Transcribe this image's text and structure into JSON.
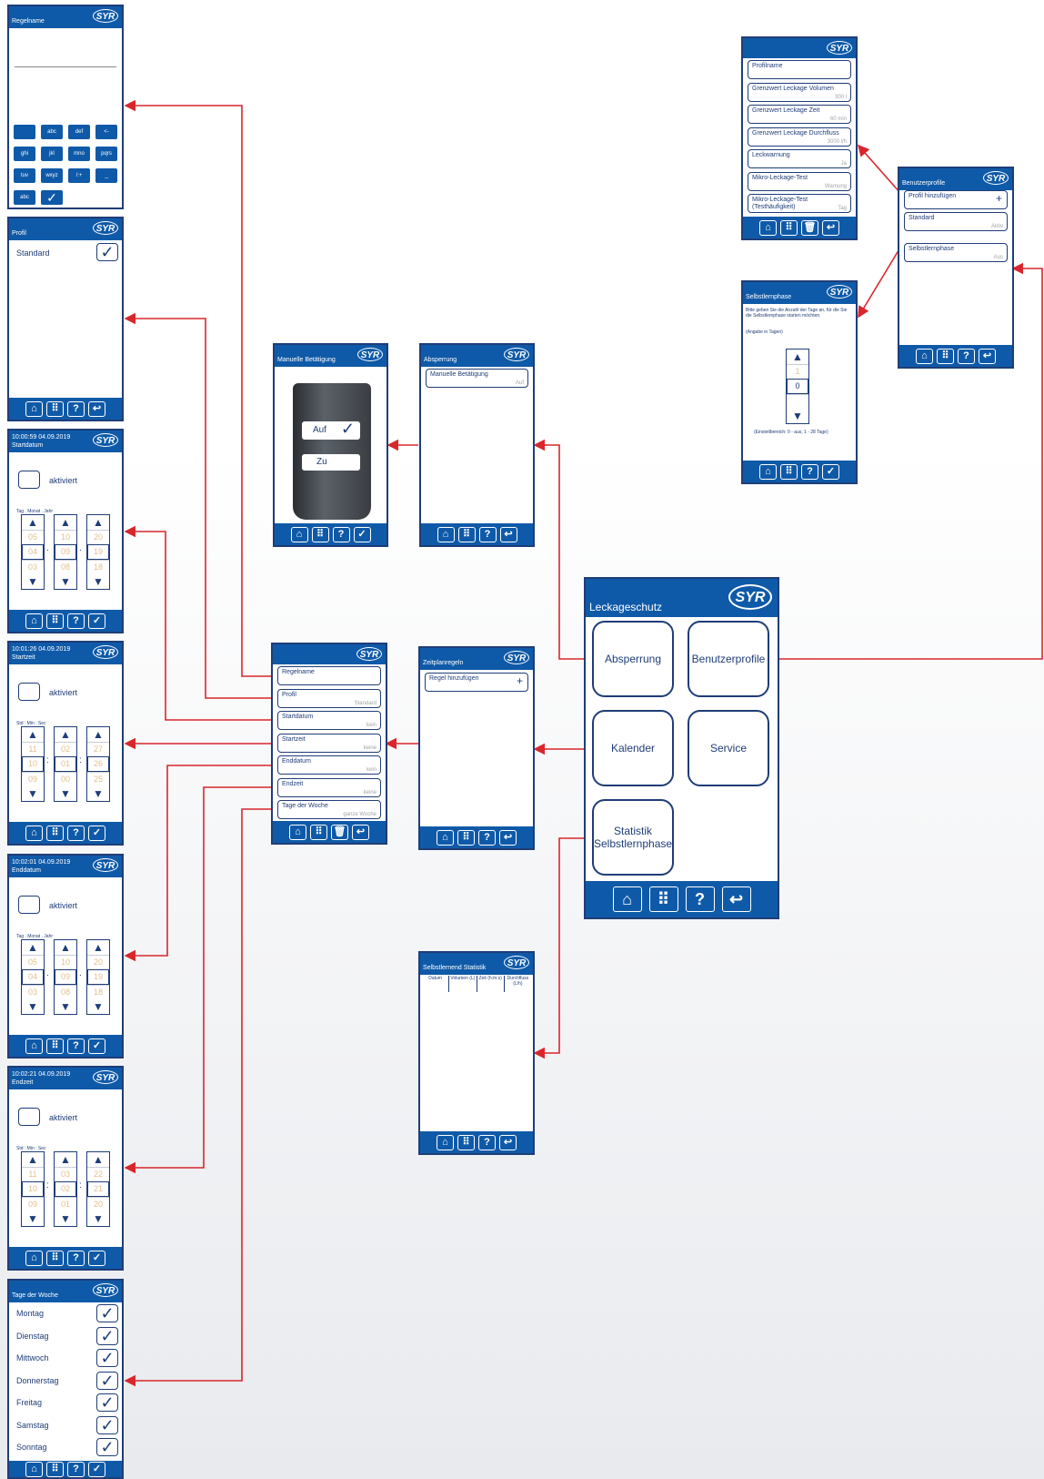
{
  "common": {
    "logo": "SYR",
    "home_icon": "⌂",
    "menu_icon": "⠿",
    "help_icon": "?",
    "check_icon": "✓",
    "back_icon": "↩",
    "trash_icon": "🗑",
    "up": "▲",
    "down": "▼",
    "plus": "+"
  },
  "main": {
    "title": "Leckageschutz",
    "buttons": [
      "Absperrung",
      "Benutzerprofile",
      "Kalender",
      "Service",
      "Statistik Selbstlernphase"
    ]
  },
  "regelname": {
    "title": "Regelname",
    "keys": [
      "",
      "abc",
      "def",
      "<-",
      "ghi",
      "jkl",
      "mno",
      "pqrs",
      "tuv",
      "wxyz",
      "/:+",
      "_",
      "abc",
      "✓"
    ]
  },
  "profil": {
    "title": "Profil",
    "item": "Standard"
  },
  "startdatum": {
    "time": "10:00:59 04.09.2019",
    "title": "Startdatum",
    "aktiviert": "aktiviert",
    "hint": "Tag . Monat . Jahr",
    "cols": [
      [
        "05",
        "04",
        "03"
      ],
      [
        "10",
        "09",
        "08"
      ],
      [
        "20",
        "19",
        "18"
      ]
    ],
    "sep": "."
  },
  "startzeit": {
    "time": "10:01:26 04.09.2019",
    "title": "Startzeit",
    "aktiviert": "aktiviert",
    "hint": "Std : Min : Sec",
    "cols": [
      [
        "11",
        "10",
        "09"
      ],
      [
        "02",
        "01",
        "00"
      ],
      [
        "27",
        "26",
        "25"
      ]
    ],
    "sep": ":"
  },
  "enddatum": {
    "time": "10:02:01 04.09.2019",
    "title": "Enddatum",
    "aktiviert": "aktiviert",
    "hint": "Tag . Monat . Jahr",
    "cols": [
      [
        "05",
        "04",
        "03"
      ],
      [
        "10",
        "09",
        "08"
      ],
      [
        "20",
        "19",
        "18"
      ]
    ],
    "sep": "."
  },
  "endzeit": {
    "time": "10:02:21 04.09.2019",
    "title": "Endzeit",
    "aktiviert": "aktiviert",
    "hint": "Std : Min : Sec",
    "cols": [
      [
        "11",
        "10",
        "09"
      ],
      [
        "03",
        "02",
        "01"
      ],
      [
        "22",
        "21",
        "20"
      ]
    ],
    "sep": ":"
  },
  "tage": {
    "title": "Tage der Woche",
    "days": [
      "Montag",
      "Dienstag",
      "Mittwoch",
      "Donnerstag",
      "Freitag",
      "Samstag",
      "Sonntag"
    ]
  },
  "manuell": {
    "title": "Manuelle Betätigung",
    "auf": "Auf",
    "zu": "Zu"
  },
  "absperrung": {
    "title": "Absperrung",
    "item": "Manuelle Betätigung",
    "value": "Auf"
  },
  "regel": {
    "fields": [
      [
        "Regelname",
        ""
      ],
      [
        "Profil",
        "Standard"
      ],
      [
        "Startdatum",
        "kein"
      ],
      [
        "Startzeit",
        "keine"
      ],
      [
        "Enddatum",
        "kein"
      ],
      [
        "Endzeit",
        "keine"
      ],
      [
        "Tage der Woche",
        "ganze Woche"
      ]
    ]
  },
  "zeitplan": {
    "title": "Zeitplanregeln",
    "item": "Regel hinzufügen"
  },
  "statistik": {
    "title": "Selbstlernend Statistik",
    "cols": [
      "Datum",
      "Volumen (L)",
      "Zeit (h:m:s)",
      "Durchfluss (L/h)"
    ]
  },
  "profilform": {
    "fields": [
      [
        "Profilname",
        ""
      ],
      [
        "Grenzwert Leckage Volumen",
        "300 l"
      ],
      [
        "Grenzwert Leckage Zeit",
        "60 min"
      ],
      [
        "Grenzwert Leckage Durchfluss",
        "3000 l/h"
      ],
      [
        "Leckwarnung",
        "Ja"
      ],
      [
        "Mikro-Leckage-Test",
        "Warnung"
      ],
      [
        "Mikro-Leckage-Test (Testhäufigkeit)",
        "Tag"
      ]
    ]
  },
  "benutzer": {
    "title": "Benutzerprofile",
    "items": [
      [
        "Profil hinzufügen",
        ""
      ],
      [
        "Standard",
        "Aktiv"
      ],
      [
        "Selbstlernphase",
        "Aus"
      ]
    ]
  },
  "selbstlern": {
    "title": "Selbstlernphase",
    "text": "Bitte geben Sie die Anzahl der Tage an, für die Sie die Selbstlernphase starten möchten.",
    "hint": "(Angabe in Tagen)",
    "prev": "1",
    "cur": "0",
    "range": "(Einstellbereich: 0 - aus, 1 - 28 Tage)"
  },
  "colors": {
    "blue": "#0f5aa8",
    "dark": "#1f3d78",
    "arrow": "#d9262b"
  }
}
